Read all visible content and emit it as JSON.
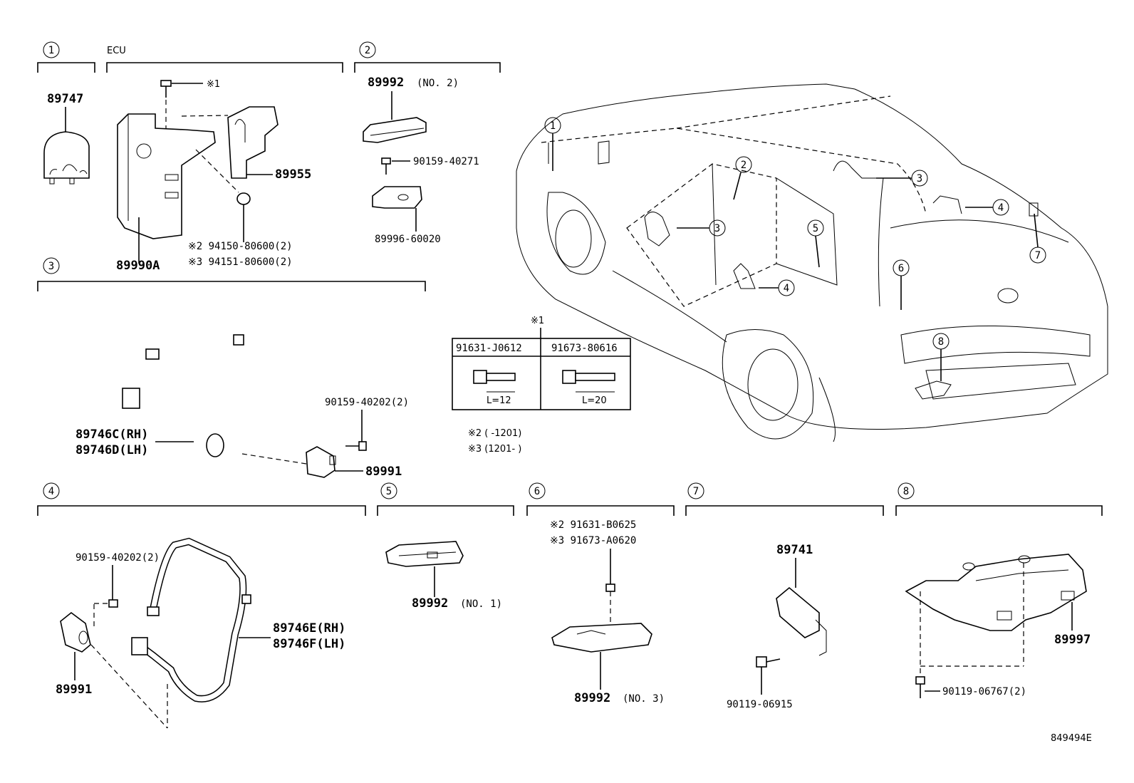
{
  "sections": [
    {
      "id": "1",
      "label": "1"
    },
    {
      "id": "2",
      "label": "2"
    },
    {
      "id": "3",
      "label": "3"
    },
    {
      "id": "4",
      "label": "4"
    },
    {
      "id": "5",
      "label": "5"
    },
    {
      "id": "6",
      "label": "6"
    },
    {
      "id": "7",
      "label": "7"
    },
    {
      "id": "8",
      "label": "8"
    }
  ],
  "group_labels": {
    "ecu": "ECU"
  },
  "parts": {
    "p89747": "89747",
    "p89955": "89955",
    "p89990A": "89990A",
    "s1": "※1",
    "n94150": "※2 94150-80600(2)",
    "n94151": "※3 94151-80600(2)",
    "p89992_no2": "89992",
    "no2": "(NO. 2)",
    "n90159_40271": "90159-40271",
    "n89996": "89996-60020",
    "p89746C": "89746C(RH)",
    "p89746D": "89746D(LH)",
    "n90159_40202_a": "90159-40202(2)",
    "p89991_a": "89991",
    "n90159_40202_b": "90159-40202(2)",
    "p89991_b": "89991",
    "p89746E": "89746E(RH)",
    "p89746F": "89746F(LH)",
    "p89992_no1": "89992",
    "no1": "(NO. 1)",
    "n91631_b": "※2 91631-B0625",
    "n91673_a": "※3 91673-A0620",
    "p89992_no3": "89992",
    "no3": "(NO. 3)",
    "p89741": "89741",
    "n90119_06915": "90119-06915",
    "p89997": "89997",
    "n90119_06767": "90119-06767(2)"
  },
  "bolt_table": {
    "title": "※1",
    "col1": "91631-J0612",
    "col2": "91673-80616",
    "len1": "L=12",
    "len2": "L=20"
  },
  "notes": {
    "s2_note": "※2 (      -1201)",
    "s3_note": "※3 (1201-      )"
  },
  "car_callouts": [
    "1",
    "2",
    "3",
    "3",
    "4",
    "4",
    "5",
    "6",
    "7",
    "8"
  ],
  "figure_id": "849494E"
}
